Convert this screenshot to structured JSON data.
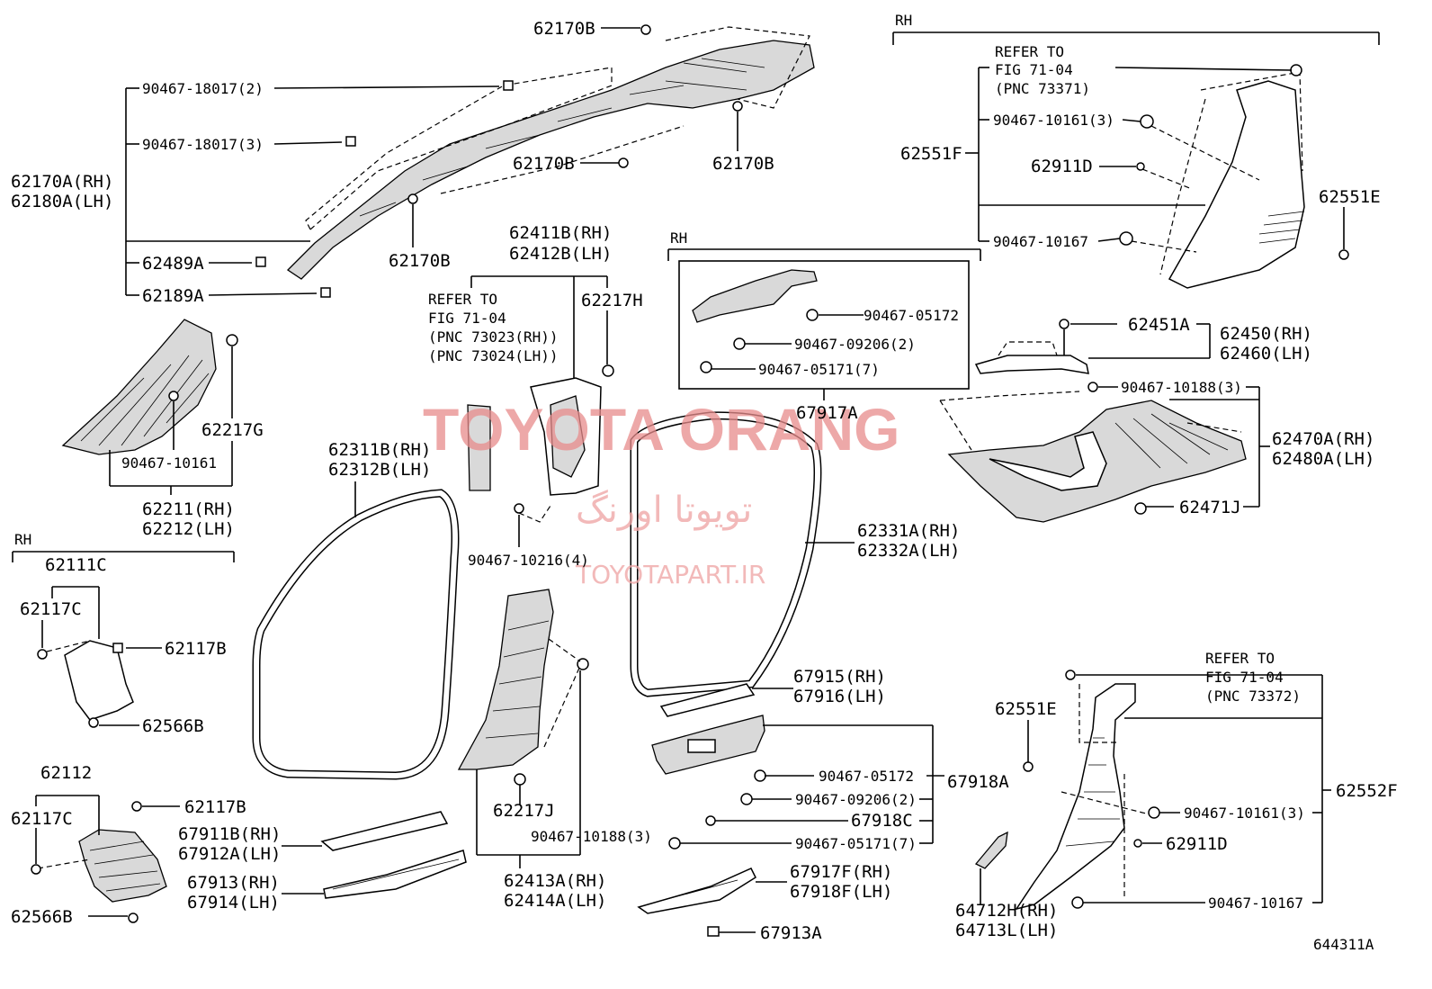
{
  "watermark": {
    "title": "TOYOTA ORANG",
    "subtitle": "تویوتا اورنگ",
    "site": "TOYOTAPART.IR"
  },
  "figure_id": "644311A",
  "section_labels": {
    "rh_top_right": "RH",
    "rh_middle": "RH",
    "rh_left": "RH"
  },
  "refs": {
    "ref1": [
      "REFER TO",
      "FIG 71-04",
      "(PNC 73371)"
    ],
    "ref2": [
      "REFER TO",
      "FIG 71-04",
      "(PNC 73023(RH))",
      "(PNC 73024(LH))"
    ],
    "ref3": [
      "REFER TO",
      "FIG 71-04",
      "(PNC 73372)"
    ]
  },
  "labels": {
    "p62170B_top": "62170B",
    "p62170B_mid": "62170B",
    "p62170B_right": "62170B",
    "p62170B_low": "62170B",
    "p90467_18017_2": "90467-18017(2)",
    "p90467_18017_3": "90467-18017(3)",
    "p62170A": "62170A(RH)",
    "p62180A": "62180A(LH)",
    "p62489A": "62489A",
    "p62189A": "62189A",
    "p62411B": "62411B(RH)",
    "p62412B": "62412B(LH)",
    "p62217H": "62217H",
    "p62217G": "62217G",
    "p90467_10161_a": "90467-10161",
    "p62211": "62211(RH)",
    "p62212": "62212(LH)",
    "p62311B": "62311B(RH)",
    "p62312B": "62312B(LH)",
    "p90467_10216": "90467-10216(4)",
    "p62111C": "62111C",
    "p62117C_a": "62117C",
    "p62117B_a": "62117B",
    "p62566B_a": "62566B",
    "p62112": "62112",
    "p62117C_b": "62117C",
    "p62117B_b": "62117B",
    "p62566B_b": "62566B",
    "p67911B": "67911B(RH)",
    "p67912A": "67912A(LH)",
    "p67913": "67913(RH)",
    "p67914": "67914(LH)",
    "p62217J": "62217J",
    "p90467_10188_a": "90467-10188(3)",
    "p62413A": "62413A(RH)",
    "p62414A": "62414A(LH)",
    "p90467_05172_a": "90467-05172",
    "p90467_09206_a": "90467-09206(2)",
    "p90467_05171_a": "90467-05171(7)",
    "p67917A": "67917A",
    "p62331A": "62331A(RH)",
    "p62332A": "62332A(LH)",
    "p67915": "67915(RH)",
    "p67916": "67916(LH)",
    "p90467_05172_b": "90467-05172",
    "p90467_09206_b": "90467-09206(2)",
    "p67918C": "67918C",
    "p90467_05171_b": "90467-05171(7)",
    "p67918A": "67918A",
    "p67917F": "67917F(RH)",
    "p67918F": "67918F(LH)",
    "p67913A": "67913A",
    "p62551F": "62551F",
    "p90467_10161_3a": "90467-10161(3)",
    "p62911D_a": "62911D",
    "p62551E_a": "62551E",
    "p90467_10167_a": "90467-10167",
    "p62451A": "62451A",
    "p62450": "62450(RH)",
    "p62460": "62460(LH)",
    "p90467_10188_b": "90467-10188(3)",
    "p62470A": "62470A(RH)",
    "p62480A": "62480A(LH)",
    "p62471J": "62471J",
    "p62551E_b": "62551E",
    "p62552F": "62552F",
    "p90467_10161_3b": "90467-10161(3)",
    "p62911D_b": "62911D",
    "p64712H": "64712H(RH)",
    "p64713L": "64713L(LH)",
    "p90467_10167_b": "90467-10167"
  }
}
